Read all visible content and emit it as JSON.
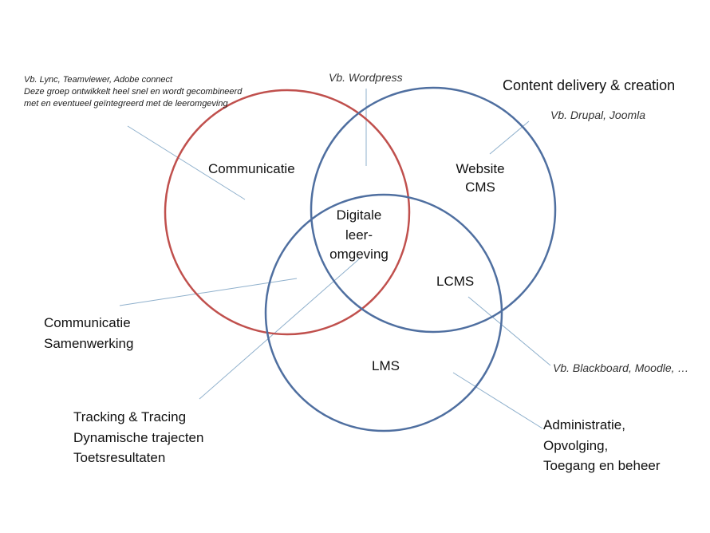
{
  "diagram": {
    "circles": [
      {
        "name": "communicatie-circle",
        "color": "#c0504d"
      },
      {
        "name": "website-circle",
        "color": "#4f6fa0"
      },
      {
        "name": "lms-circle",
        "color": "#4f6fa0"
      }
    ],
    "leader_color": "#8fb0cc",
    "region_labels": {
      "communicatie": "Communicatie",
      "website": "Website",
      "cms": "CMS",
      "digitale": "Digitale",
      "leer": "leer-",
      "omgeving": "omgeving",
      "lcms": "LCMS",
      "lms": "LMS"
    },
    "annotations": {
      "comm_examples": [
        "Vb. Lync, Teamviewer, Adobe connect",
        "Deze groep ontwikkelt heel snel en wordt gecombineerd",
        "met en eventueel geïntegreerd met de leeromgeving"
      ],
      "wordpress": "Vb. Wordpress",
      "content_delivery": "Content delivery & creation",
      "drupal": "Vb. Drupal, Joomla",
      "blackboard": "Vb. Blackboard, Moodle, …",
      "comm_samenwerking": [
        "Communicatie",
        "Samenwerking"
      ],
      "tracking": [
        "Tracking & Tracing",
        "Dynamische trajecten",
        "Toetsresultaten"
      ],
      "administratie": [
        "Administratie,",
        "Opvolging,",
        "Toegang en beheer"
      ]
    }
  }
}
